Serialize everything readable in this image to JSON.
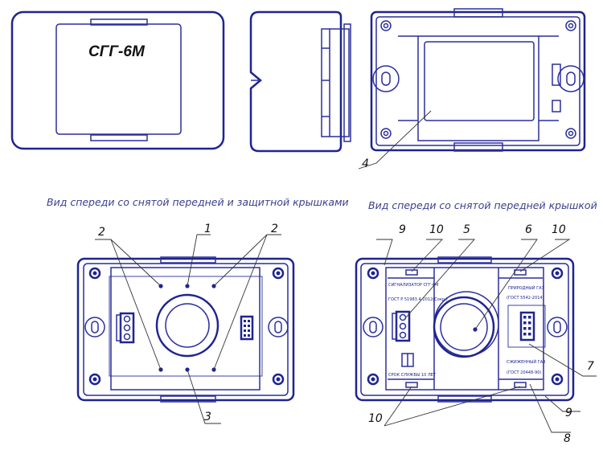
{
  "model_label": "СГГ-6М",
  "captions": {
    "left": "Вид спереди со снятой передней и защитной крышками",
    "right": "Вид спереди со снятой передней крышкой"
  },
  "callouts": {
    "c1": "1",
    "c2a": "2",
    "c2b": "2",
    "c3": "3",
    "c4": "4",
    "c5": "5",
    "c6": "6",
    "c7": "7",
    "c8": "8",
    "c9a": "9",
    "c9b": "9",
    "c10a": "10",
    "c10b": "10",
    "c10c": "10"
  },
  "panel_text": {
    "signalizer": "СИГНАЛИЗАТОР СГГ-6М",
    "tu": "ГОСТ Р 51983.4-2012(Сокр.)",
    "service": "СРОК СЛУЖБЫ 10 ЛЕТ",
    "natural_gas": "ПРИРОДНЫЙ ГАЗ",
    "natural_gost": "(ГОСТ 5542-2014)",
    "liquefied_gas": "СЖИЖЕННЫЙ ГАЗ",
    "liquefied_gost": "(ГОСТ 20448-90)"
  }
}
